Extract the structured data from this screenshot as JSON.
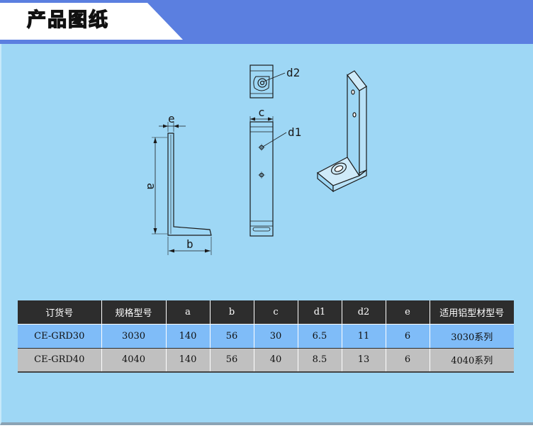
{
  "header": {
    "title": "产品图纸"
  },
  "drawing": {
    "labels": {
      "a": "a",
      "b": "b",
      "c": "c",
      "e": "e",
      "d1": "d1",
      "d2": "d2"
    }
  },
  "table": {
    "headers": [
      "订货号",
      "规格型号",
      "a",
      "b",
      "c",
      "d1",
      "d2",
      "e",
      "适用铝型材型号"
    ],
    "rows": [
      [
        "CE-GRD30",
        "3030",
        "140",
        "56",
        "30",
        "6.5",
        "11",
        "6",
        "3030系列"
      ],
      [
        "CE-GRD40",
        "4040",
        "140",
        "56",
        "40",
        "8.5",
        "13",
        "6",
        "4040系列"
      ]
    ]
  }
}
